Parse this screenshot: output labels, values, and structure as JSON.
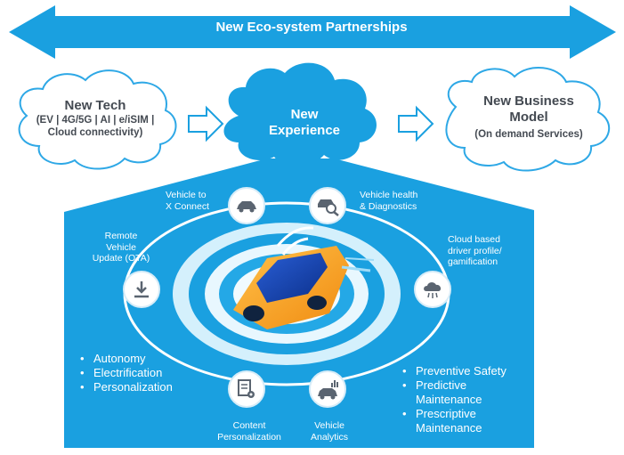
{
  "banner": {
    "text": "New Eco-system Partnerships"
  },
  "clouds": {
    "left": {
      "title": "New Tech",
      "subtitle": "(EV | 4G/5G | AI | e/iSIM | Cloud connectivity)"
    },
    "center": {
      "title": "New Experience"
    },
    "right": {
      "title": "New Business Model",
      "subtitle": "(On demand Services)"
    }
  },
  "features": [
    {
      "label": "Vehicle to\nX Connect",
      "icon": "car-icon"
    },
    {
      "label": "Vehicle health\n& Diagnostics",
      "icon": "diagnostics-icon"
    },
    {
      "label": "Remote\nVehicle\nUpdate (OTA)",
      "icon": "download-icon"
    },
    {
      "label": "Cloud based\ndriver profile/\ngamification",
      "icon": "cloud-icon"
    },
    {
      "label": "Content\nPersonalization",
      "icon": "document-gear-icon"
    },
    {
      "label": "Vehicle\nAnalytics",
      "icon": "car-analytics-icon"
    }
  ],
  "bullets_left": [
    "Autonomy",
    "Electrification",
    "Personalization"
  ],
  "bullets_right": [
    "Preventive Safety",
    "Predictive Maintenance",
    "Prescriptive Maintenance"
  ],
  "colors": {
    "primary_blue": "#1aa0e0",
    "light_blue": "#8ad3f5",
    "cloud_border": "#2ea8e6",
    "car_orange": "#f5a623"
  }
}
